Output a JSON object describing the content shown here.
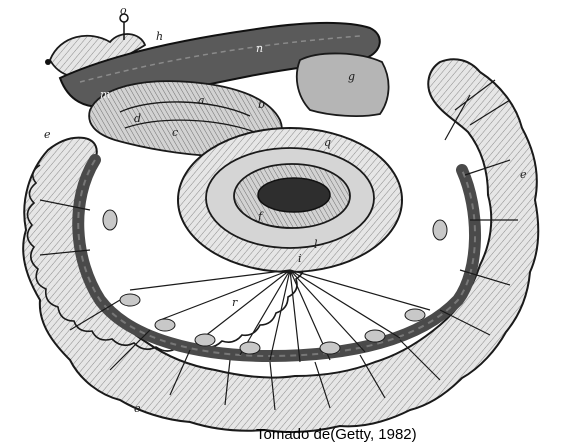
{
  "caption": "Tomado de(Getty, 1982)",
  "labels": {
    "a": "a",
    "b": "b",
    "c": "c",
    "d": "d",
    "e": "e",
    "f": "f",
    "g": "g",
    "h": "h",
    "i": "i",
    "l": "l",
    "m": "m",
    "n": "n",
    "o": "o",
    "q": "q",
    "r": "r"
  },
  "colors": {
    "ink": "#1a1a1a",
    "dark_vessel": "#4a4a4a",
    "gray_fill": "#bdbdbd",
    "light_fill": "#e3e3e3",
    "paper": "#ffffff"
  }
}
